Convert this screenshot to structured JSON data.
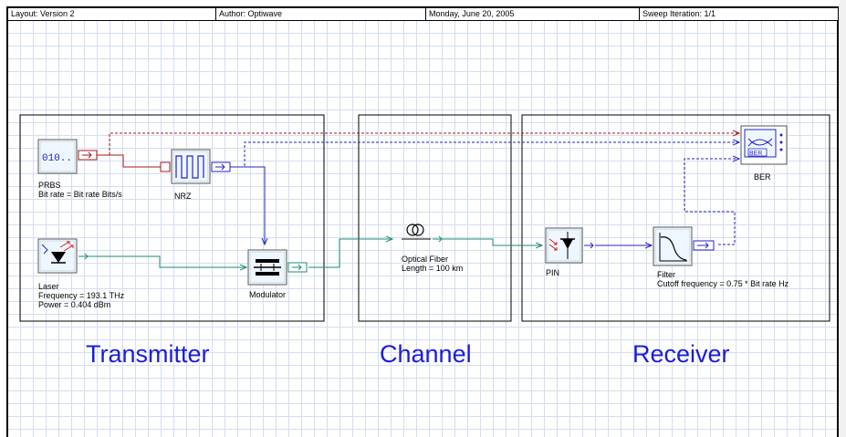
{
  "header": {
    "layout": "Layout: Version 2",
    "author": "Author: Optiwave",
    "date": "Monday, June 20, 2005",
    "sweep": "Sweep Iteration: 1/1"
  },
  "sections": {
    "transmitter": "Transmitter",
    "channel": "Channel",
    "receiver": "Receiver"
  },
  "components": {
    "prbs": {
      "name": "PRBS",
      "param": "Bit rate = Bit rate  Bits/s",
      "glyph": "010.."
    },
    "nrz": {
      "name": "NRZ"
    },
    "laser": {
      "name": "Laser",
      "param1": "Frequency = 193.1  THz",
      "param2": "Power = 0.404  dBm"
    },
    "modulator": {
      "name": "Modulator"
    },
    "fiber": {
      "name": "Optical Fiber",
      "param": "Length = 100  km"
    },
    "pin": {
      "name": "PIN"
    },
    "filter": {
      "name": "Filter",
      "param": "Cutoff frequency = 0.75 * Bit rate  Hz"
    },
    "ber": {
      "name": "BER",
      "glyph": "BER"
    }
  },
  "colors": {
    "optical": "#1e8e6e",
    "electrical": "#2323c8",
    "binary": "#a31a1a",
    "section_text": "#1c1cd8",
    "grid": "#d4def0"
  }
}
